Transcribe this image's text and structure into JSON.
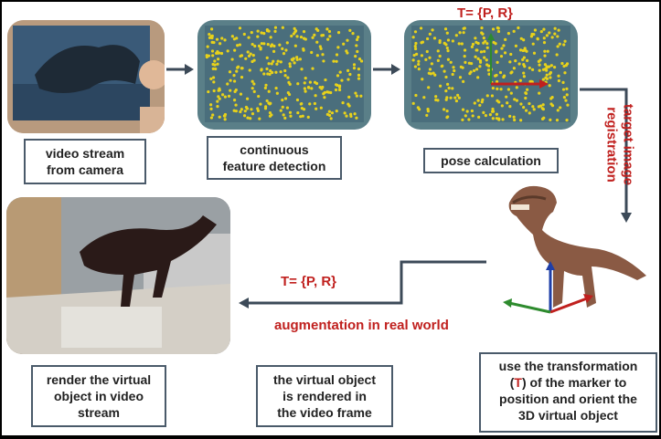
{
  "captions": {
    "video_stream": "video stream\nfrom camera",
    "feature_detection": "continuous\nfeature detection",
    "pose_calculation": "pose calculation",
    "render_virtual": "render the virtual\nobject in video\nstream",
    "virtual_rendered": "the virtual object\nis rendered in\nthe video frame",
    "transformation_pre": "use the transformation\n(",
    "transformation_t": "T",
    "transformation_post": ") of the marker to\nposition and orient the\n3D virtual object"
  },
  "labels": {
    "transform_top": "T= {P, R}",
    "transform_mid": "T= {P, R}",
    "target_registration_line1": "target image",
    "target_registration_line2": "registration",
    "augmentation": "augmentation in real world"
  },
  "colors": {
    "accent_red": "#c0201e",
    "arrow_dark": "#3c4a58",
    "feature_yellow": "#e8d21a",
    "axis_green": "#2e8b2e",
    "axis_blue": "#1f3fa8"
  }
}
